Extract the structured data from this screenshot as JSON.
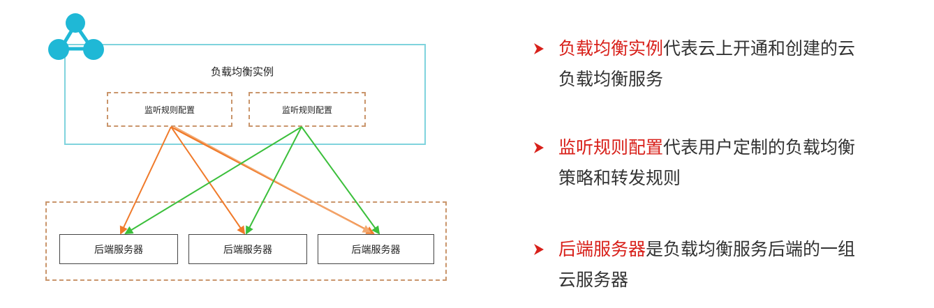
{
  "diagram": {
    "lb_title": "负载均衡实例",
    "listeners": [
      "监听规则配置",
      "监听规则配置"
    ],
    "servers": [
      "后端服务器",
      "后端服务器",
      "后端服务器"
    ],
    "colors": {
      "instance_border": "#7fd3dd",
      "dashed_border": "#c9956b",
      "orange_arrow": "#f07a2a",
      "light_orange_arrow": "#f3a970",
      "green_arrow": "#3bbf3b",
      "icon": "#1fb8d6"
    },
    "icon": "network-topology-icon"
  },
  "bullets": [
    {
      "highlight": "负载均衡实例",
      "line1_rest": "代表云上开通和创建的云",
      "line2": "负载均衡服务"
    },
    {
      "highlight": "监听规则配置",
      "line1_rest": "代表用户定制的负载均衡",
      "line2": "策略和转发规则"
    },
    {
      "highlight": "后端服务器",
      "line1_rest": "是负载均衡服务后端的一组",
      "line2": "云服务器"
    }
  ],
  "accent_color": "#d8201a"
}
